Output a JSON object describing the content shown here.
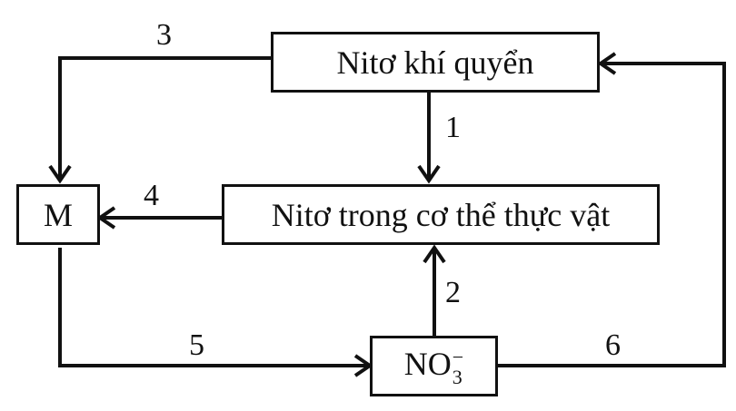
{
  "diagram": {
    "nodes": {
      "atmospheric_nitrogen": "Nitơ khí quyển",
      "plant_nitrogen": "Nitơ trong cơ thể thực vật",
      "m": "M",
      "nitrate": {
        "base": "NO",
        "subscript": "3",
        "superscript": "−"
      }
    },
    "arrows": {
      "a1": "1",
      "a2": "2",
      "a3": "3",
      "a4": "4",
      "a5": "5",
      "a6": "6"
    }
  }
}
